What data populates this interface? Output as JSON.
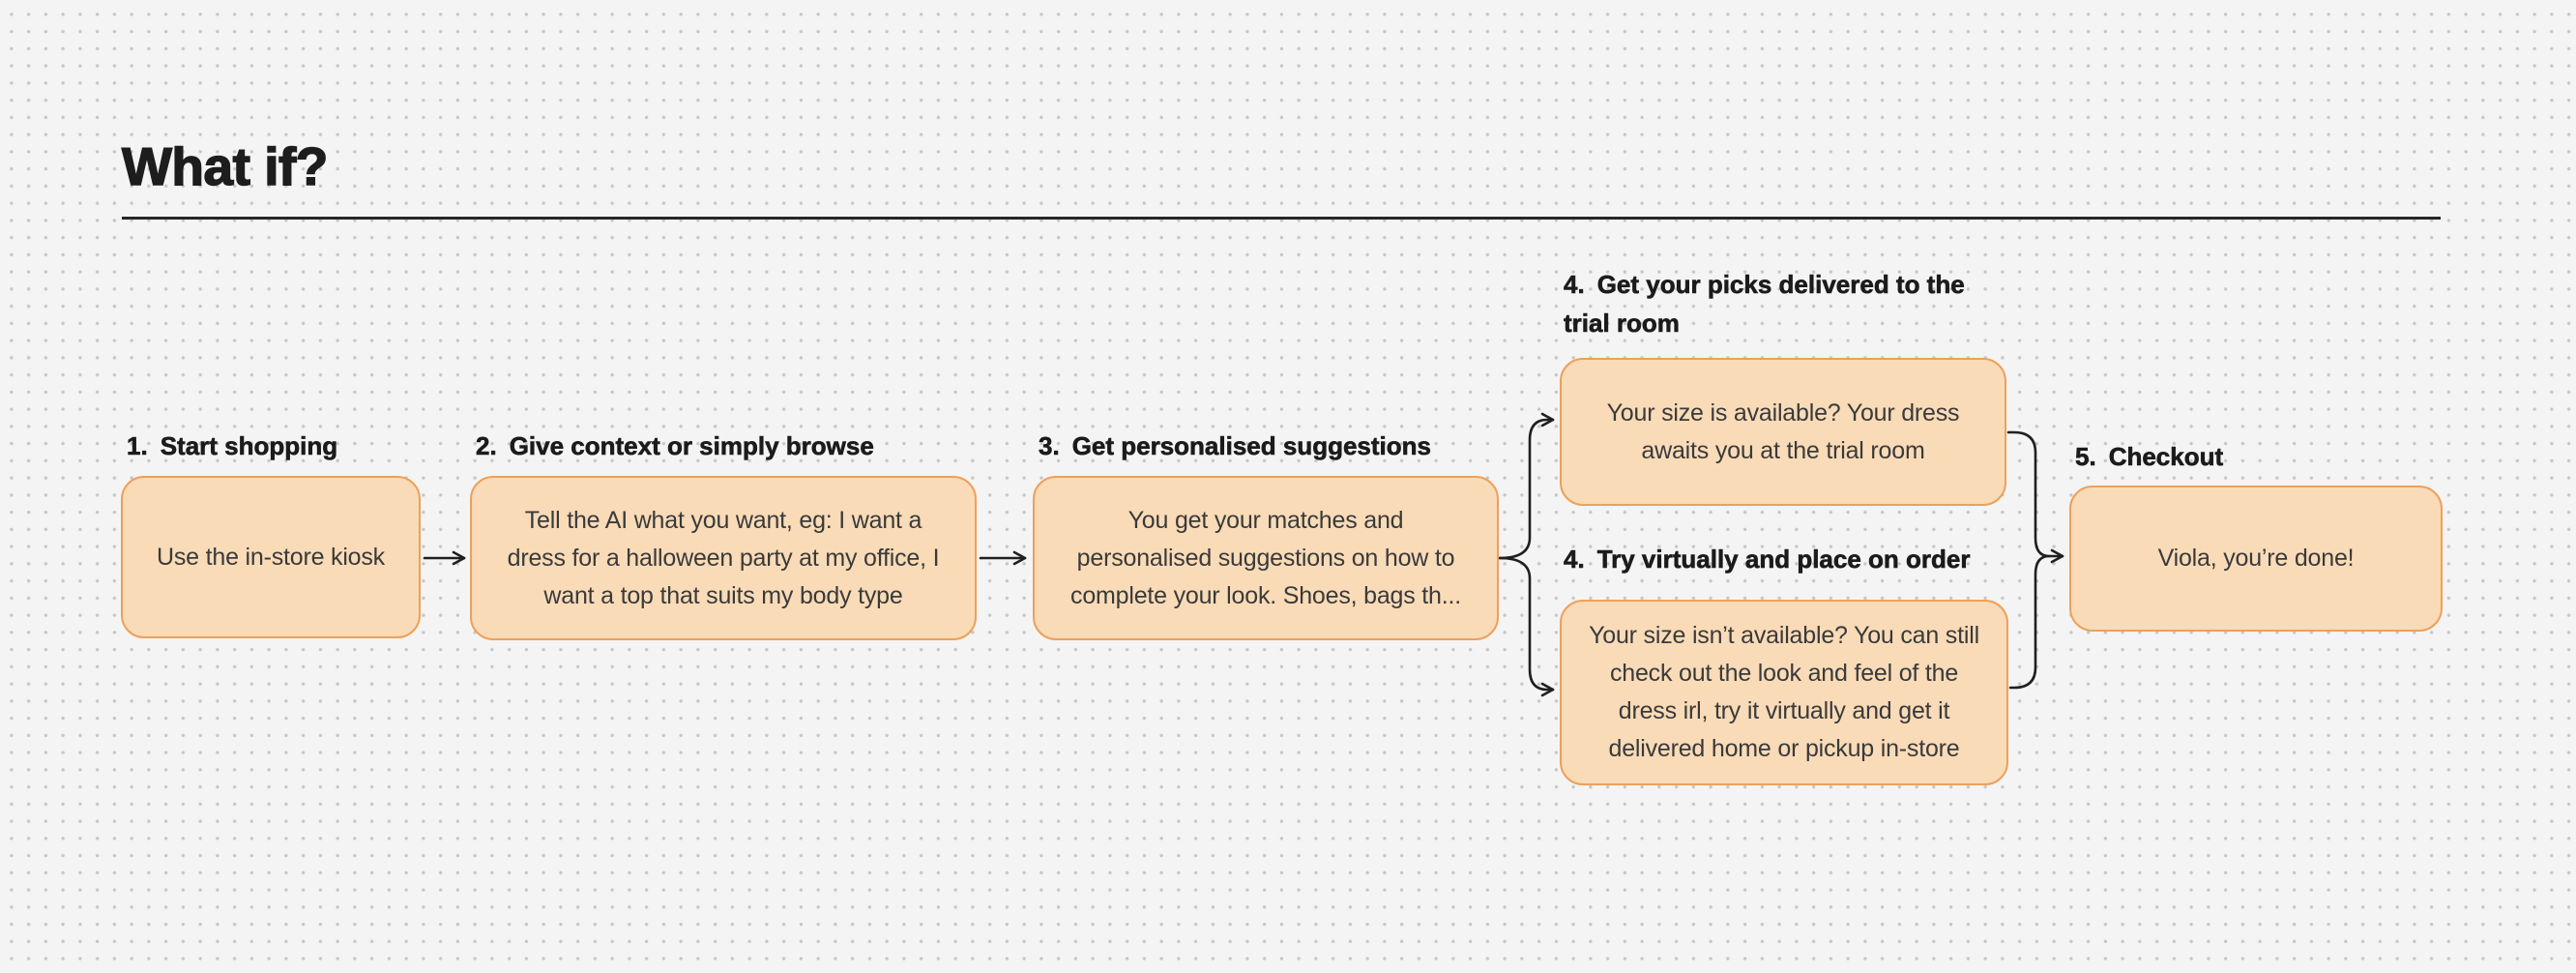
{
  "title": "What if?",
  "theme": {
    "background": "#f4f4f4",
    "dot_color": "#c6c6c6",
    "box_fill": "#f9dbb8",
    "box_border": "#eda059",
    "arrow_color": "#1f1f1f",
    "box_text_color": "#3a3a3a",
    "label_color": "#1b1b1b",
    "title_color": "#1d1d1d",
    "divider_color": "#262626"
  },
  "steps": [
    {
      "number": "1.",
      "label": "Start shopping",
      "text": "Use the in-store kiosk"
    },
    {
      "number": "2.",
      "label": "Give context or simply browse",
      "text": "Tell the AI what you want, eg: I want a\ndress for a halloween party at my office, I\nwant a top that suits my body type"
    },
    {
      "number": "3.",
      "label": "Get personalised suggestions",
      "text": "You get your matches and\npersonalised suggestions on how to\ncomplete your look. Shoes, bags th..."
    },
    {
      "number": "4.",
      "label": "Get your picks delivered to the\ntrial room",
      "text": "Your size is available? Your dress\nawaits you at the trial room"
    },
    {
      "number": "4.",
      "label": "Try virtually and place on order",
      "text": "Your size isn’t available? You can still\ncheck out the look and feel of the\ndress irl, try it virtually and get it\ndelivered home or pickup in-store"
    },
    {
      "number": "5.",
      "label": "Checkout",
      "text": "Viola, you’re done!"
    }
  ]
}
